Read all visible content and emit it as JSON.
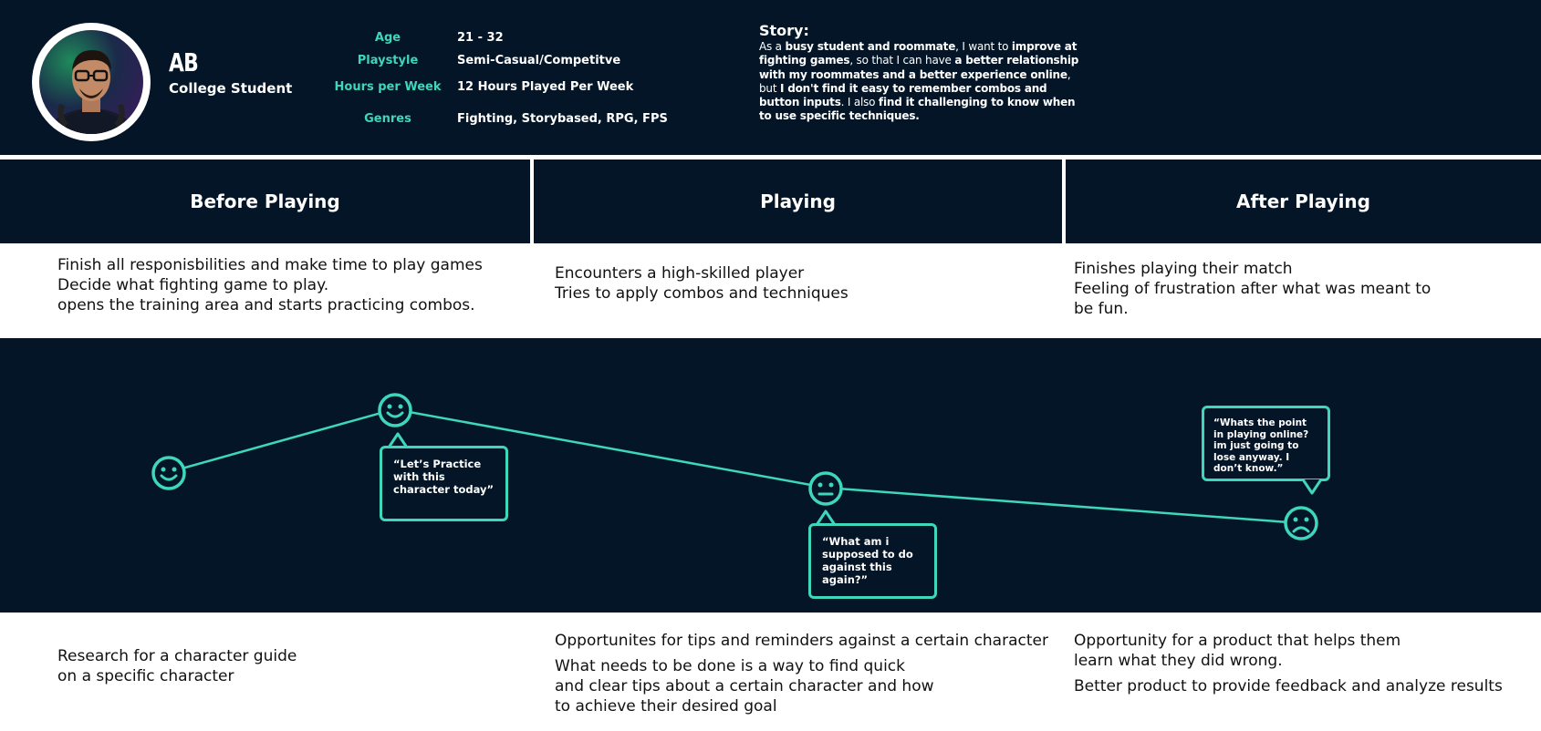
{
  "persona": {
    "name": "AB",
    "role": "College Student",
    "attributes": [
      {
        "label": "Age",
        "value": "21 - 32"
      },
      {
        "label": "Playstyle",
        "value": "Semi-Casual/Competitve"
      },
      {
        "label": "Hours per Week",
        "value": "12 Hours Played Per Week"
      },
      {
        "label": "Genres",
        "value": "Fighting, Storybased, RPG, FPS"
      }
    ],
    "story_title": "Story:",
    "story": "As a busy student and roommate, I want to improve at fighting games, so that I can have a better relationship with my roommates and a better experience online, but I don't find it easy to remember combos and button inputs. I also find it challenging to know when to use specific techniques."
  },
  "phases": [
    {
      "title": "Before Playing",
      "actions": [
        "Finish all responisbilities and make time to play games",
        "Decide what fighting game to play.",
        "opens the training area and starts practicing combos."
      ],
      "opportunities": [
        "Research for a character guide",
        "on a specific character"
      ]
    },
    {
      "title": "Playing",
      "actions": [
        "Encounters a high-skilled player",
        "Tries to apply combos and techniques"
      ],
      "opportunities": [
        "Opportunites for tips and reminders against a certain character",
        "What needs to be done is a way to find quick",
        "and clear tips about a certain character and how",
        "to achieve their desired goal"
      ]
    },
    {
      "title": "After Playing",
      "actions": [
        "Finishes playing their match",
        "Feeling of frustration after what was meant to",
        "be fun."
      ],
      "opportunities": [
        "Opportunity for a product that helps them",
        "learn what they did wrong.",
        "Better product to provide feedback and analyze results"
      ]
    }
  ],
  "emotions": [
    {
      "mood": "happy",
      "icon": "smile-face-icon",
      "quote": ""
    },
    {
      "mood": "very-happy",
      "icon": "grin-face-icon",
      "quote": "“Let’s Practice with this character today”"
    },
    {
      "mood": "neutral",
      "icon": "neutral-face-icon",
      "quote": "“What am i supposed to do against this again?”"
    },
    {
      "mood": "sad",
      "icon": "sad-face-icon",
      "quote": "“Whats the point in playing online? im just going to lose anyway. I don’t know.”"
    }
  ],
  "colors": {
    "navy": "#031526",
    "teal": "#3ed6bd",
    "white": "#ffffff"
  }
}
